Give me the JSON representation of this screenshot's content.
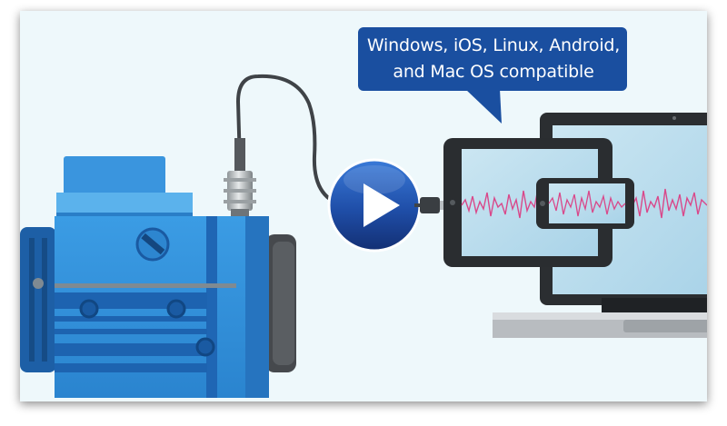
{
  "callout": {
    "line1": "Windows, iOS, Linux, Android,",
    "line2": "and Mac OS compatible"
  },
  "video": {
    "play_icon": "play-icon",
    "player_state": "paused"
  },
  "colors": {
    "background": "#eef8fb",
    "callout": "#1a4fa0",
    "motor": "#2f8fd8",
    "motor_dark": "#1d63b0",
    "play_button": "#1d4fa3",
    "waveform": "#d9488a"
  },
  "icons": [
    "motor-illustration",
    "sensor-icon",
    "usb-plug-icon",
    "laptop-icon",
    "tablet-icon",
    "phone-icon",
    "play-icon"
  ]
}
